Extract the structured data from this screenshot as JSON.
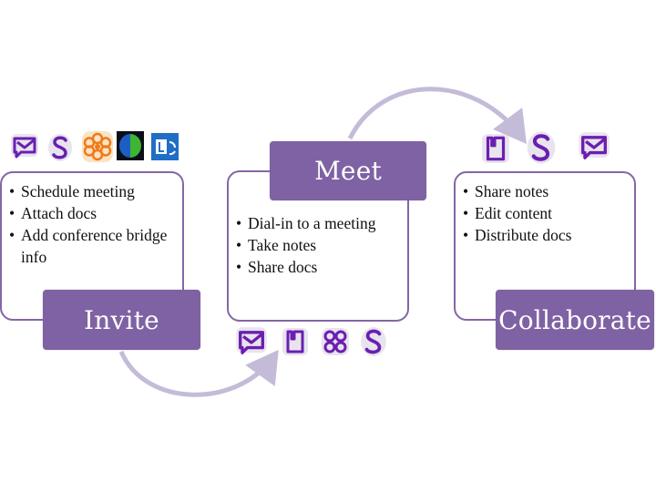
{
  "colors": {
    "stage_fill": "#7f62a3",
    "card_border": "#8466a6",
    "arrow": "#c4bbd9",
    "icon_purple": "#6a1fb0"
  },
  "stages": [
    {
      "title": "Invite",
      "bullets": [
        "Schedule meeting",
        "Attach docs",
        "Add conference bridge info"
      ],
      "icons": [
        "email-icon",
        "s-app-icon",
        "flower-app-icon",
        "globe-app-icon",
        "lync-icon"
      ]
    },
    {
      "title": "Meet",
      "bullets": [
        "Dial-in to a meeting",
        "Take notes",
        "Share docs"
      ],
      "icons": [
        "email-icon",
        "notes-icon",
        "knot-icon",
        "s-app-icon"
      ]
    },
    {
      "title": "Collaborate",
      "bullets": [
        "Share notes",
        "Edit content",
        "Distribute docs"
      ],
      "icons": [
        "notes-icon",
        "s-app-icon",
        "email-icon"
      ]
    }
  ]
}
